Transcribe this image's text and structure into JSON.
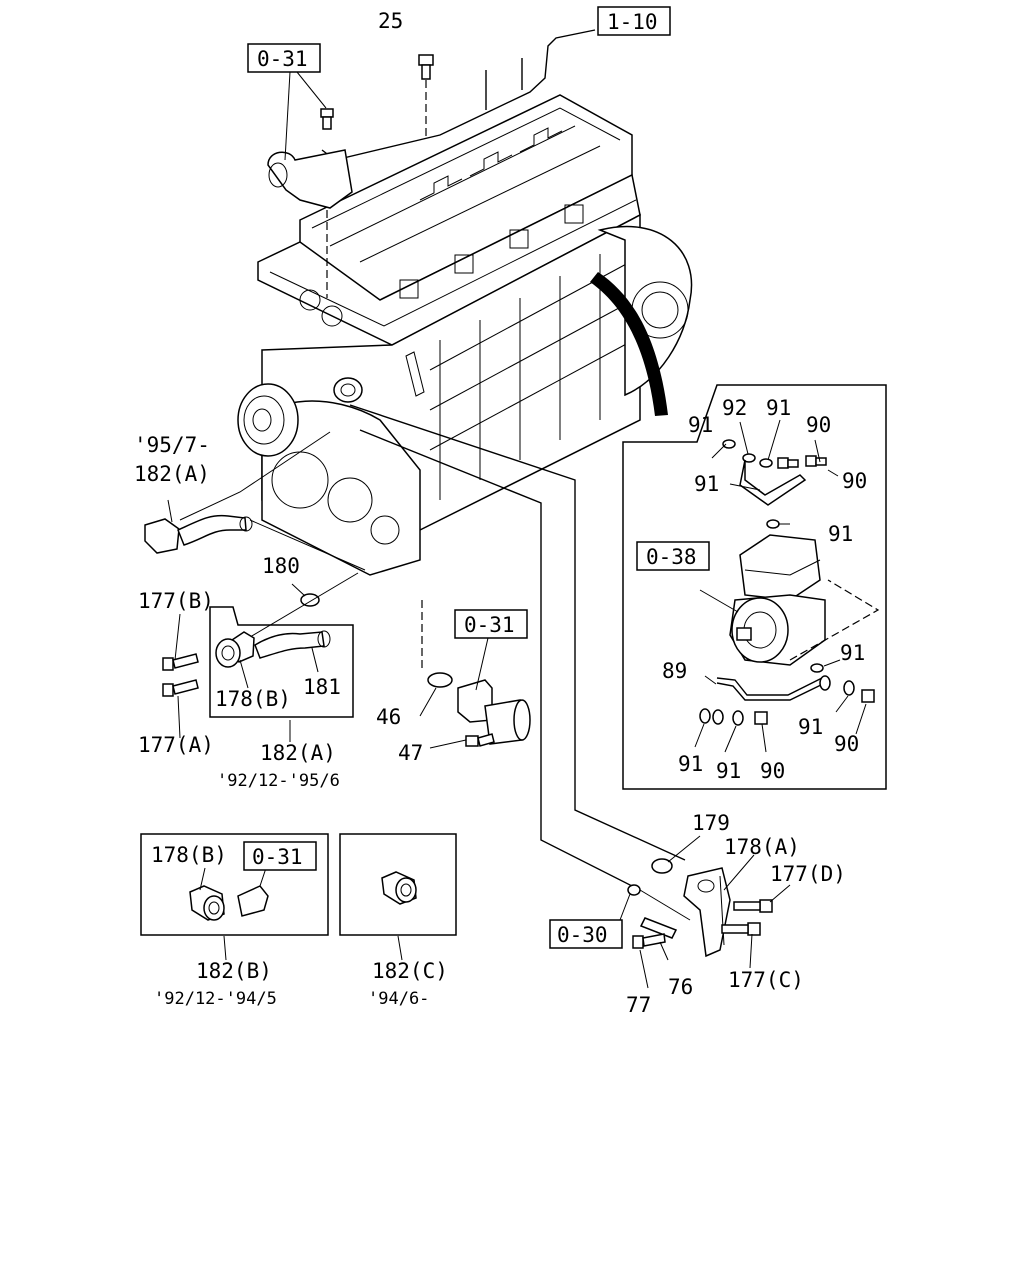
{
  "labels": {
    "p25": "25",
    "ref_1_10": "1-10",
    "ref_0_31_top": "0-31",
    "p95_7": "'95/7-",
    "p182a_top": "182(A)",
    "p180": "180",
    "p177b": "177(B)",
    "p178b_left": "178(B)",
    "p181": "181",
    "p177a": "177(A)",
    "p182a_bottom": "182(A)",
    "date_182a": "'92/12-'95/6",
    "ref_0_31_mid": "0-31",
    "p46": "46",
    "p47": "47",
    "p92": "92",
    "p91_a": "91",
    "p91_b": "91",
    "p90_a": "90",
    "p90_b": "90",
    "p91_c": "91",
    "p91_d": "91",
    "ref_0_38": "0-38",
    "p91_e": "91",
    "p89": "89",
    "p91_f": "91",
    "p91_g": "91",
    "p91_h": "91",
    "p90_c": "90",
    "p90_d": "90",
    "p179": "179",
    "p178a": "178(A)",
    "p177d": "177(D)",
    "ref_0_30": "0-30",
    "p76": "76",
    "p177c": "177(C)",
    "p77": "77",
    "p178b_box": "178(B)",
    "ref_0_31_box": "0-31",
    "p182b": "182(B)",
    "date_182b": "'92/12-'94/5",
    "p182c": "182(C)",
    "date_182c": "'94/6-"
  }
}
